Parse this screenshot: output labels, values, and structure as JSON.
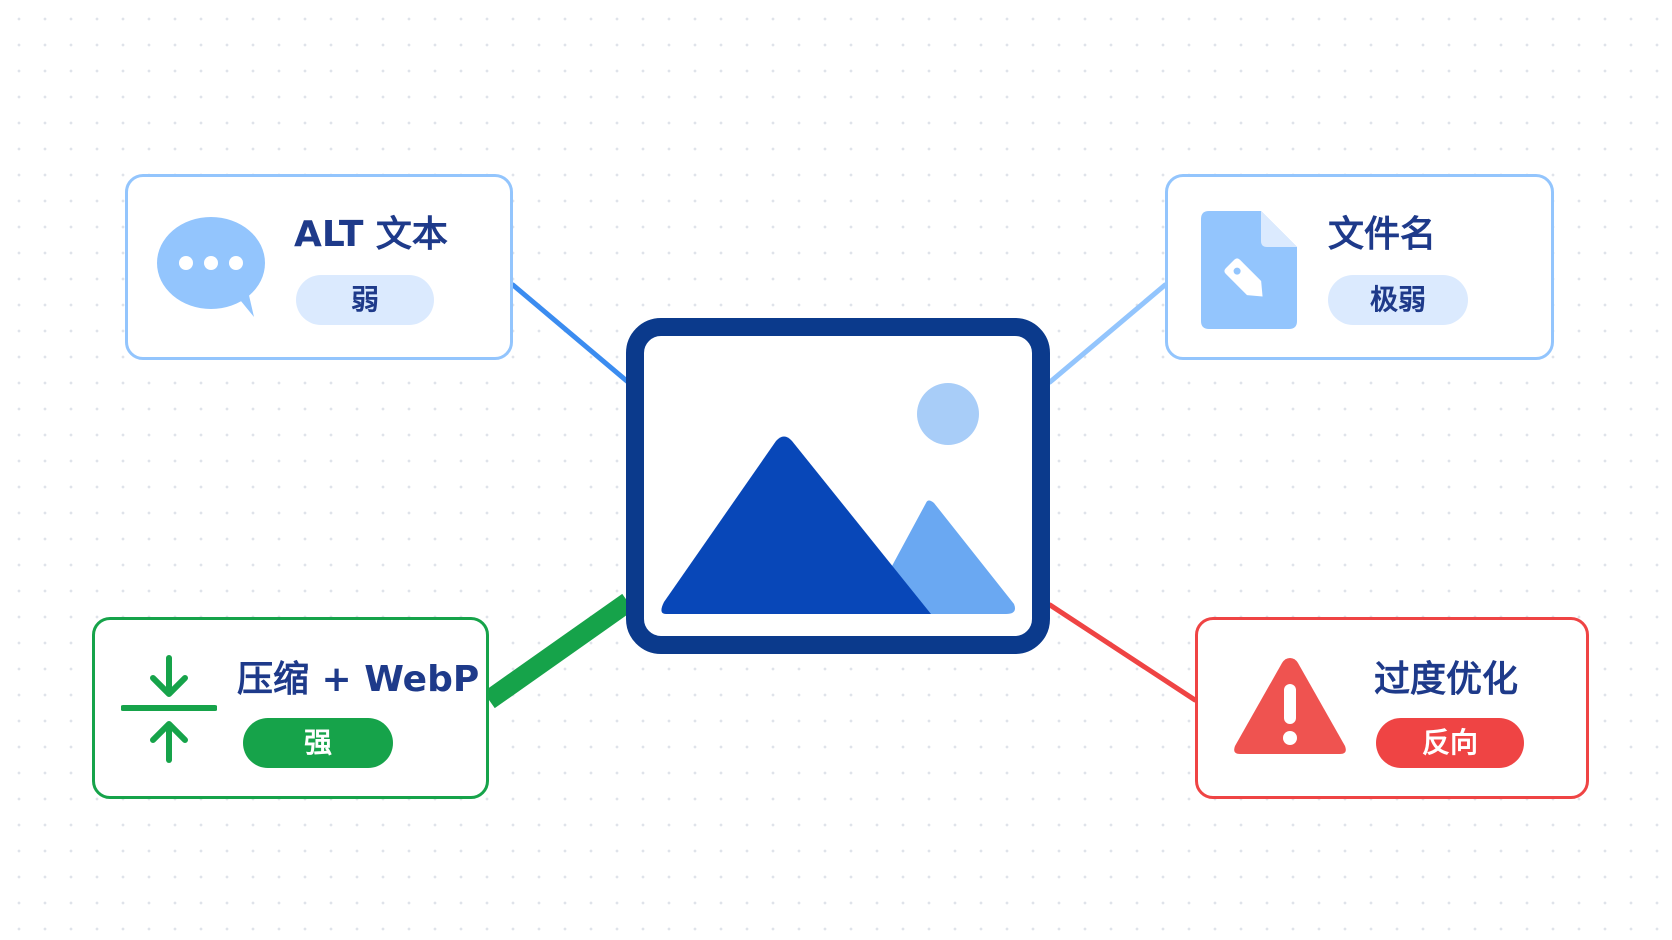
{
  "colors": {
    "navy": "#0b3a8c",
    "mountain_dark": "#0847b8",
    "mountain_light": "#6aa8f2",
    "sun": "#a8cdf8",
    "blue_line": "#3b8cf0",
    "light_blue_line": "#93c5fd",
    "green": "#16a34a",
    "red": "#ef4444",
    "card_blue_border": "#93c5fd",
    "pill_light": "#dbeafe",
    "title_text": "#1e3a8a"
  },
  "center": {
    "icon": "image-landscape-icon"
  },
  "cards": {
    "alt_text": {
      "title": "ALT 文本",
      "level": "弱",
      "icon": "speech-bubble-icon"
    },
    "filename": {
      "title": "文件名",
      "level": "极弱",
      "icon": "file-tag-icon"
    },
    "compression": {
      "title": "压缩 + WebP",
      "level": "强",
      "icon": "compress-arrows-icon"
    },
    "over_optimization": {
      "title": "过度优化",
      "level": "反向",
      "icon": "warning-triangle-icon"
    }
  }
}
